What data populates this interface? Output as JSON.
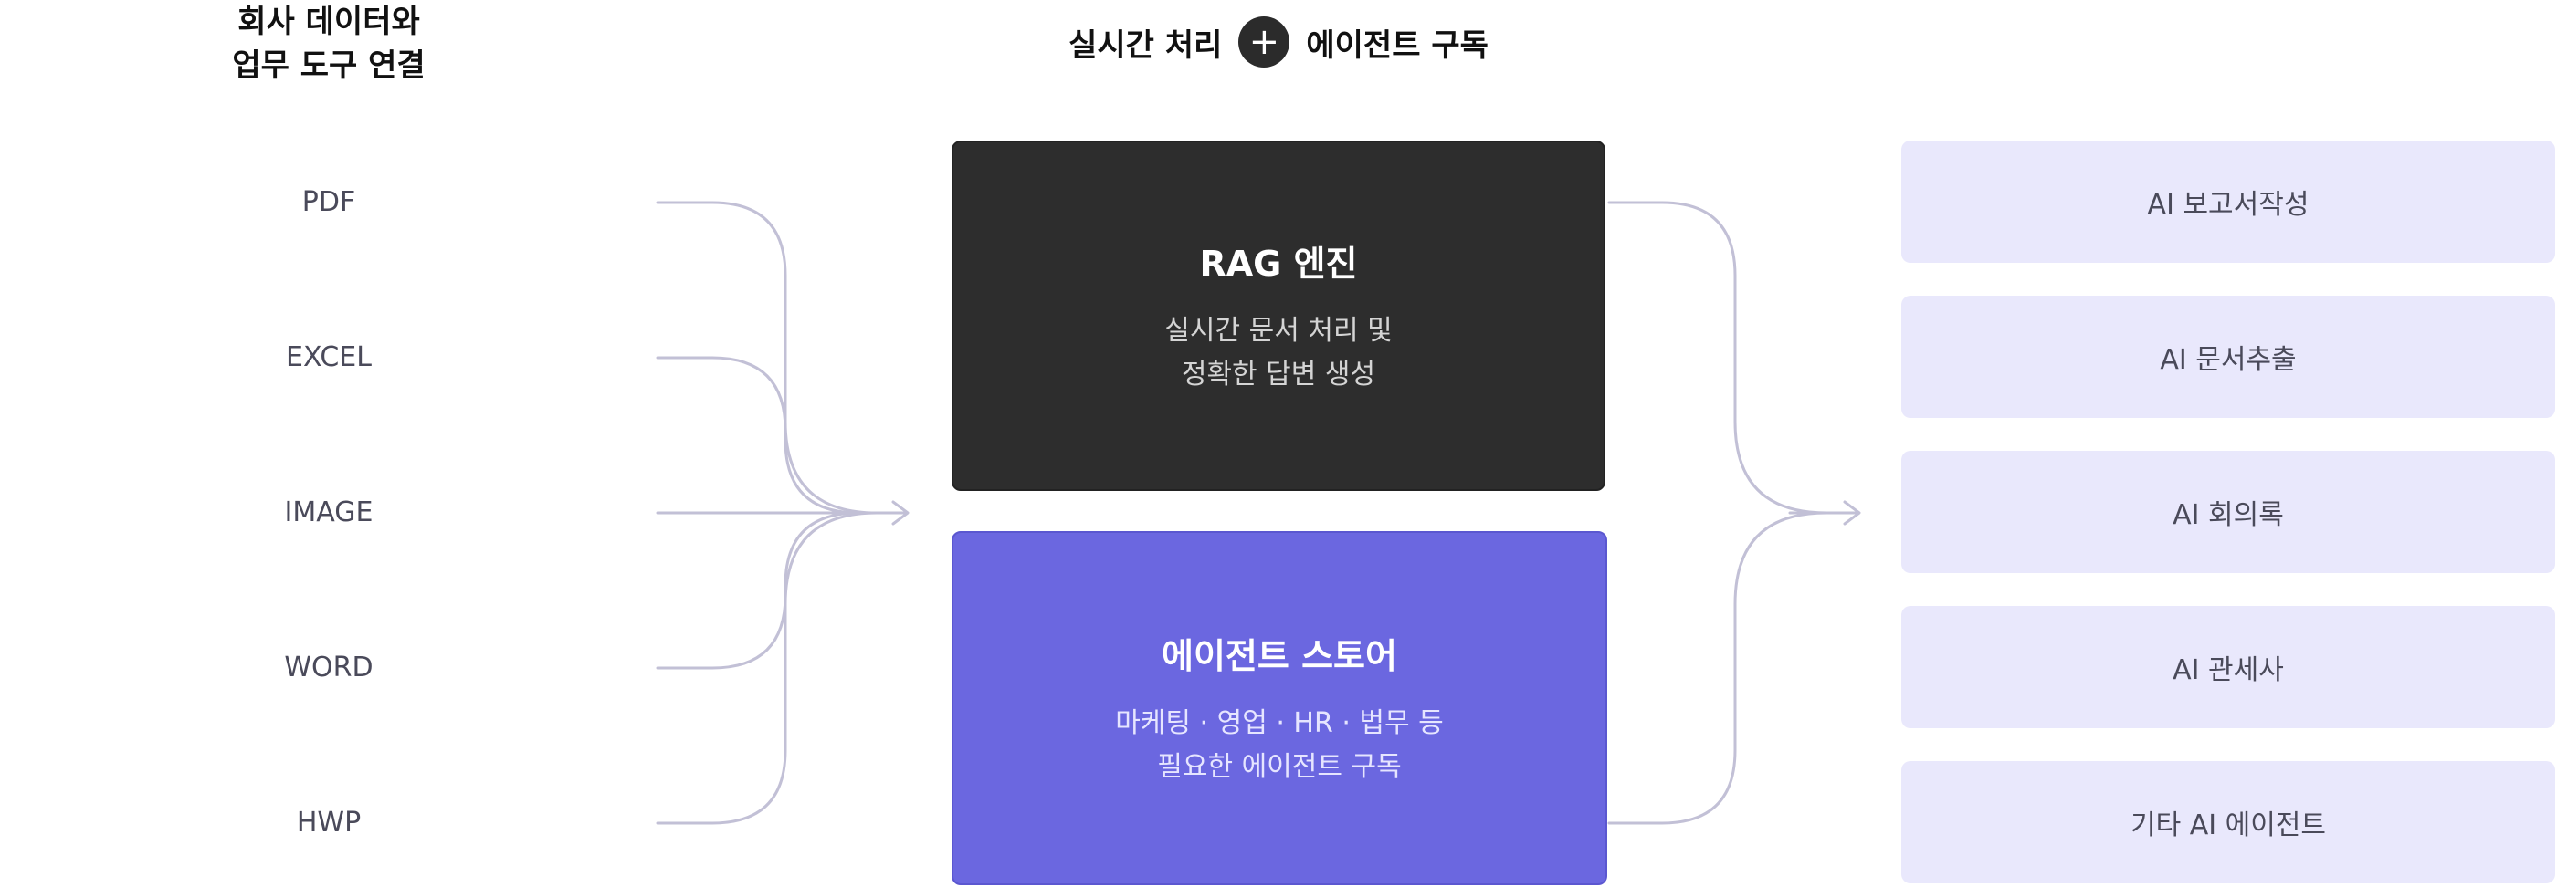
{
  "header": {
    "left_title_line1": "회사 데이터와",
    "left_title_line2": "업무 도구 연결",
    "center_left": "실시간 처리",
    "center_plus": "+",
    "center_right": "에이전트 구독"
  },
  "sources": [
    "PDF",
    "EXCEL",
    "IMAGE",
    "WORD",
    "HWP"
  ],
  "engine": {
    "title": "RAG 엔진",
    "desc_line1": "실시간 문서 처리 및",
    "desc_line2": "정확한 답변 생성"
  },
  "store": {
    "title": "에이전트 스토어",
    "desc_line1": "마케팅 · 영업 · HR · 법무 등",
    "desc_line2": "필요한 에이전트 구독"
  },
  "outputs": [
    "AI 보고서작성",
    "AI 문서추출",
    "AI 회의록",
    "AI 관세사",
    "기타 AI 에이전트"
  ],
  "colors": {
    "engine_bg": "#2d2d2d",
    "store_bg": "#6b67e0",
    "output_bg": "#e9e8fc",
    "connector": "#c2c0d6"
  }
}
